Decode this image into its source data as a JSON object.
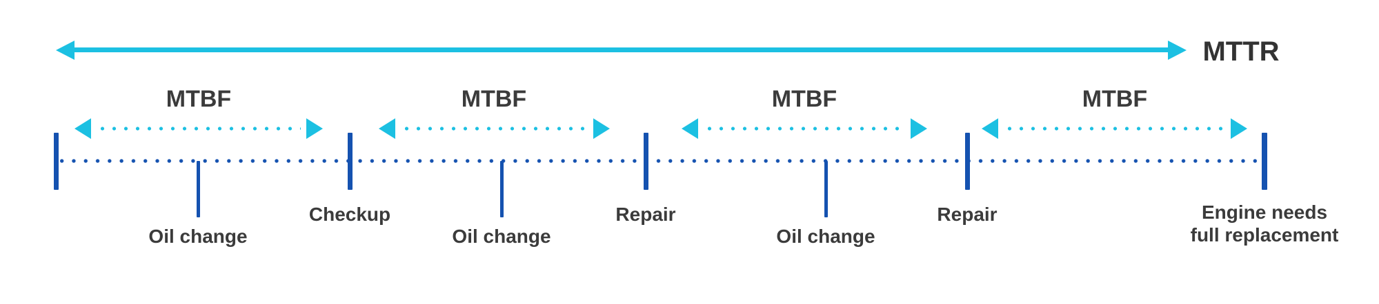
{
  "colors": {
    "cyan": "#1cc0e2",
    "blue": "#1552b0",
    "text": "#3b3b3b"
  },
  "mttr": {
    "label": "MTTR"
  },
  "mtbf_spans": [
    {
      "label": "MTBF"
    },
    {
      "label": "MTBF"
    },
    {
      "label": "MTBF"
    },
    {
      "label": "MTBF"
    }
  ],
  "timeline": {
    "events": [
      {
        "label": "Oil change",
        "kind": "maintenance"
      },
      {
        "label": "Checkup",
        "kind": "service"
      },
      {
        "label": "Oil change",
        "kind": "maintenance"
      },
      {
        "label": "Repair",
        "kind": "repair"
      },
      {
        "label": "Oil change",
        "kind": "maintenance"
      },
      {
        "label": "Repair",
        "kind": "repair"
      },
      {
        "label": "Engine needs full replacement",
        "line1": "Engine needs",
        "line2": "full replacement",
        "kind": "failure"
      }
    ]
  }
}
